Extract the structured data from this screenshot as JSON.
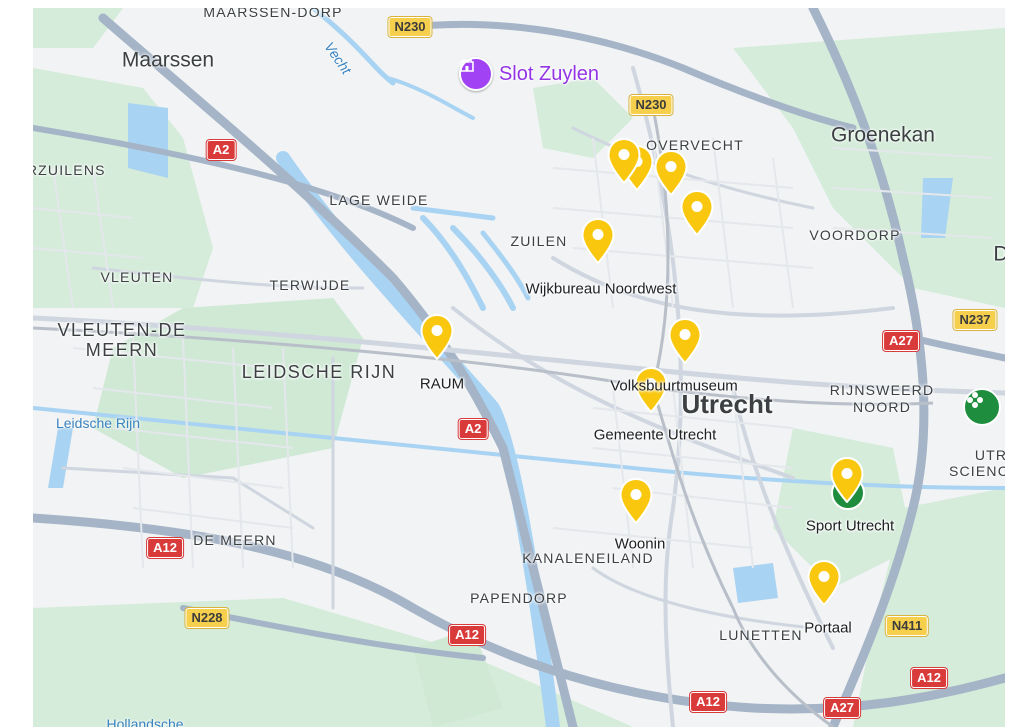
{
  "map": {
    "colors": {
      "land": "#f1f3f4",
      "green": "#cfead6",
      "water": "#a9d3f2",
      "major_road": "#aeb9c8",
      "marker": "#f9c80e"
    },
    "towns": {
      "maarssen": "Maarssen",
      "groenekan": "Groenekan",
      "utrecht": "Utrecht"
    },
    "districts": {
      "maarssen_dorp": "MAARSSEN-DORP",
      "zuilens": "ARZUILENS",
      "lage_weide": "LAGE WEIDE",
      "overvecht": "OVERVECHT",
      "zuilen": "ZUILEN",
      "voordorp": "VOORDORP",
      "vleuten": "VLEUTEN",
      "terwijde": "TERWIJDE",
      "vleuten_de_meern_1": "VLEUTEN-DE",
      "vleuten_de_meern_2": "MEERN",
      "leidsche_rijn": "LEIDSCHE RIJN",
      "rijnsweerd_1": "RIJNSWEERD",
      "rijnsweerd_2": "NOORD",
      "utr_science_1": "UTR",
      "utr_science_2": "SCIENC",
      "de_meern": "DE MEERN",
      "kanaleneiland": "KANALENEILAND",
      "papendorp": "PAPENDORP",
      "lunetten": "LUNETTEN",
      "hollandsche": "Hollandsche",
      "edge_d": "D"
    },
    "water_labels": {
      "vecht": "Vecht",
      "leidsche_rijn": "Leidsche Rijn"
    },
    "poi": {
      "slot_zuylen": "Slot Zuylen",
      "icon": "castle-icon"
    },
    "road_shields": {
      "n230_top": "N230",
      "n230_mid": "N230",
      "a2_top": "A2",
      "a2_mid": "A2",
      "a27_right": "A27",
      "n237": "N237",
      "a12_left": "A12",
      "a12_bottom": "A12",
      "a12_bottom2": "A12",
      "a12_right": "A12",
      "a27_bottom": "A27",
      "n228": "N228",
      "n411": "N411"
    },
    "marker_labels": {
      "wijkbureau": "Wijkbureau Noordwest",
      "raum": "RAUM",
      "volksbuurtmuseum": "Volksbuurtmuseum",
      "gemeente": "Gemeente Utrecht",
      "sport": "Sport Utrecht",
      "woonin": "Woonin",
      "portaal": "Portaal"
    }
  }
}
